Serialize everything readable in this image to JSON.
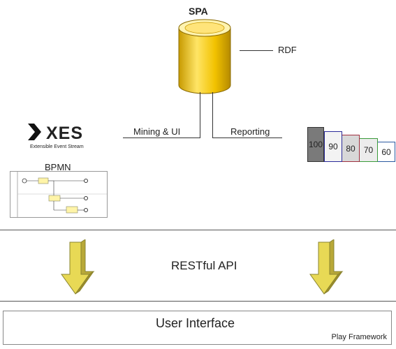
{
  "spa": {
    "title": "SPA",
    "rdf_label": "RDF",
    "mining_label": "Mining & UI",
    "reporting_label": "Reporting"
  },
  "inputs": {
    "xes_logo": "XES",
    "xes_subtitle": "Extensible Event Stream",
    "bpmn_label": "BPMN"
  },
  "stack": [
    "100",
    "90",
    "80",
    "70",
    "60"
  ],
  "api": {
    "label": "RESTful API"
  },
  "ui": {
    "label": "User Interface",
    "framework": "Play Framework"
  },
  "colors": {
    "cylinder": "#f2c200",
    "arrow": "#e8d955",
    "stack_borders": [
      "#333333",
      "#2b2b99",
      "#a03040",
      "#3a9a3a",
      "#2b5aa0"
    ],
    "stack_fills": [
      "#7a7a7a",
      "#f3f3f3",
      "#d8d8d8",
      "#ececec",
      "#ffffff"
    ]
  }
}
